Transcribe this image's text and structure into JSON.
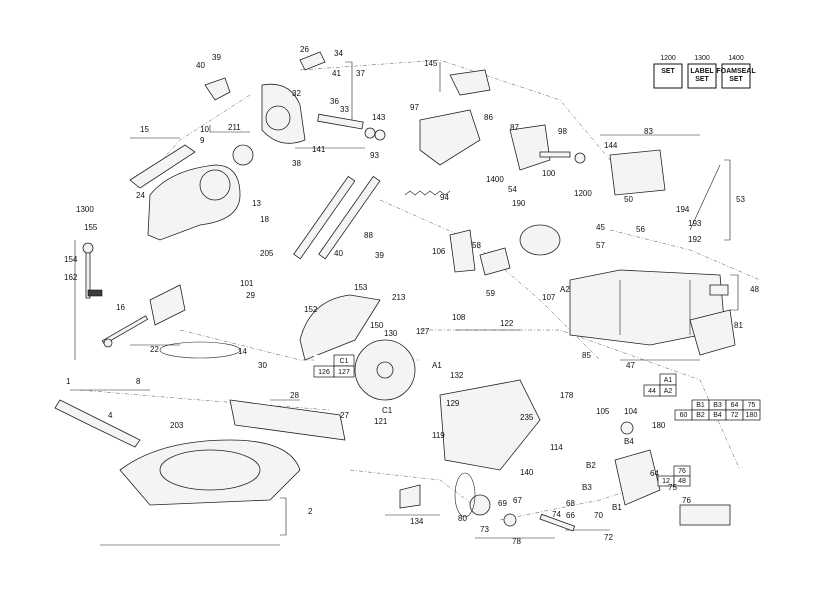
{
  "legend": {
    "items": [
      {
        "code": "1200",
        "text": "SET",
        "icon": "gear-set-icon"
      },
      {
        "code": "1300",
        "text": "LABEL SET",
        "icon": "label-set-icon"
      },
      {
        "code": "1400",
        "text": "FOAMSEAL SET",
        "icon": "foamseal-set-icon"
      }
    ]
  },
  "tables": [
    {
      "id": "t-c1",
      "rows": [
        [
          "",
          "C1"
        ],
        [
          "126",
          "127"
        ]
      ]
    },
    {
      "id": "t-a1",
      "rows": [
        [
          "",
          "A1"
        ],
        [
          "44",
          "A2"
        ]
      ]
    },
    {
      "id": "t-b",
      "rows": [
        [
          "",
          "B1",
          "B3",
          "64",
          "75"
        ],
        [
          "60",
          "B2",
          "B4",
          "72",
          "180"
        ]
      ]
    },
    {
      "id": "t-76",
      "rows": [
        [
          "",
          "76"
        ],
        [
          "12",
          "48"
        ]
      ]
    }
  ],
  "labels": [
    {
      "t": "40"
    },
    {
      "t": "39"
    },
    {
      "t": "26"
    },
    {
      "t": "34"
    },
    {
      "t": "41"
    },
    {
      "t": "37"
    },
    {
      "t": "32"
    },
    {
      "t": "36"
    },
    {
      "t": "33"
    },
    {
      "t": "143"
    },
    {
      "t": "211"
    },
    {
      "t": "38"
    },
    {
      "t": "141"
    },
    {
      "t": "15"
    },
    {
      "t": "10"
    },
    {
      "t": "9"
    },
    {
      "t": "13"
    },
    {
      "t": "1300"
    },
    {
      "t": "24"
    },
    {
      "t": "155"
    },
    {
      "t": "154"
    },
    {
      "t": "162"
    },
    {
      "t": "16"
    },
    {
      "t": "22"
    },
    {
      "t": "18"
    },
    {
      "t": "205"
    },
    {
      "t": "101"
    },
    {
      "t": "29"
    },
    {
      "t": "88"
    },
    {
      "t": "93"
    },
    {
      "t": "97"
    },
    {
      "t": "86"
    },
    {
      "t": "145"
    },
    {
      "t": "87"
    },
    {
      "t": "98"
    },
    {
      "t": "144"
    },
    {
      "t": "100"
    },
    {
      "t": "1400"
    },
    {
      "t": "94"
    },
    {
      "t": "54"
    },
    {
      "t": "190"
    },
    {
      "t": "1200"
    },
    {
      "t": "45"
    },
    {
      "t": "57"
    },
    {
      "t": "83"
    },
    {
      "t": "194"
    },
    {
      "t": "193"
    },
    {
      "t": "53"
    },
    {
      "t": "192"
    },
    {
      "t": "50"
    },
    {
      "t": "56"
    },
    {
      "t": "40"
    },
    {
      "t": "39"
    },
    {
      "t": "153"
    },
    {
      "t": "213"
    },
    {
      "t": "152"
    },
    {
      "t": "106"
    },
    {
      "t": "58"
    },
    {
      "t": "59"
    },
    {
      "t": "107"
    },
    {
      "t": "A2"
    },
    {
      "t": "48"
    },
    {
      "t": "81"
    },
    {
      "t": "150"
    },
    {
      "t": "130"
    },
    {
      "t": "127"
    },
    {
      "t": "108"
    },
    {
      "t": "122"
    },
    {
      "t": "85"
    },
    {
      "t": "47"
    },
    {
      "t": "14"
    },
    {
      "t": "8"
    },
    {
      "t": "30"
    },
    {
      "t": "28"
    },
    {
      "t": "27"
    },
    {
      "t": "1"
    },
    {
      "t": "4"
    },
    {
      "t": "203"
    },
    {
      "t": "2"
    },
    {
      "t": "C1"
    },
    {
      "t": "121"
    },
    {
      "t": "A1"
    },
    {
      "t": "132"
    },
    {
      "t": "129"
    },
    {
      "t": "178"
    },
    {
      "t": "105"
    },
    {
      "t": "104"
    },
    {
      "t": "235"
    },
    {
      "t": "119"
    },
    {
      "t": "114"
    },
    {
      "t": "B2"
    },
    {
      "t": "B3"
    },
    {
      "t": "180"
    },
    {
      "t": "B4"
    },
    {
      "t": "64"
    },
    {
      "t": "75"
    },
    {
      "t": "B1"
    },
    {
      "t": "140"
    },
    {
      "t": "134"
    },
    {
      "t": "80"
    },
    {
      "t": "69"
    },
    {
      "t": "67"
    },
    {
      "t": "73"
    },
    {
      "t": "68"
    },
    {
      "t": "74"
    },
    {
      "t": "66"
    },
    {
      "t": "70"
    },
    {
      "t": "72"
    },
    {
      "t": "78"
    },
    {
      "t": "76"
    }
  ]
}
